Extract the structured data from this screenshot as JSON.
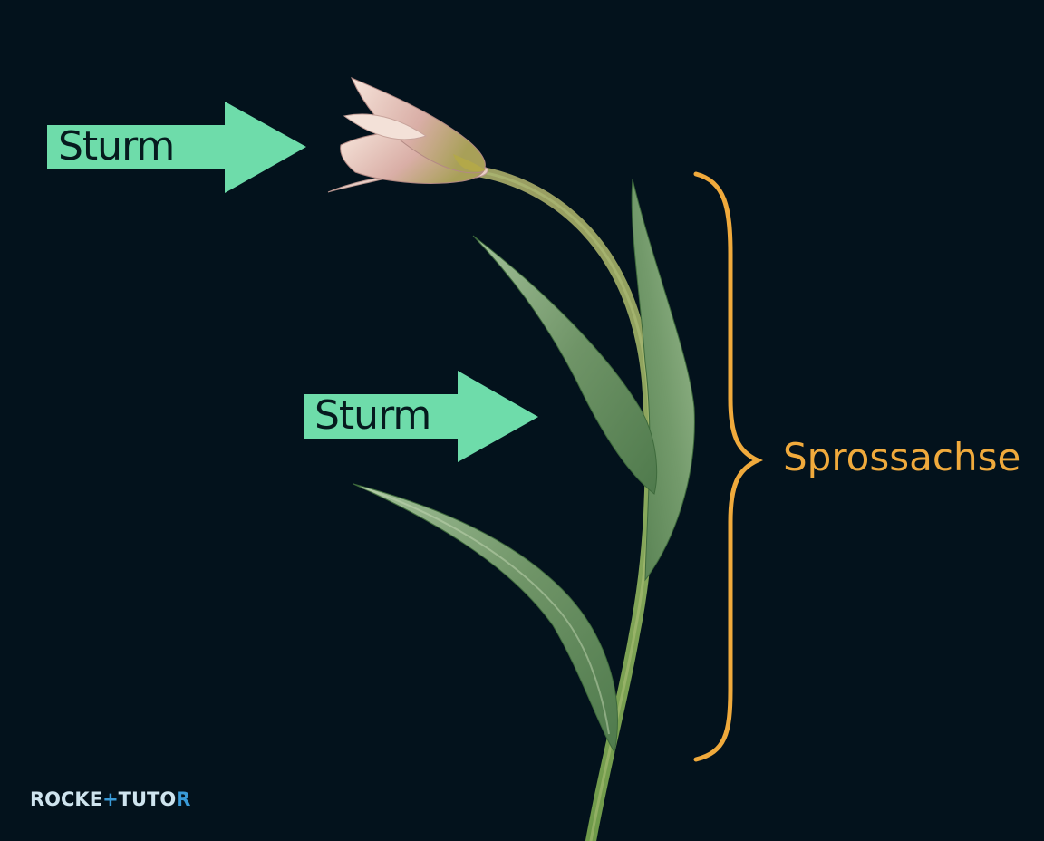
{
  "arrows": {
    "top_label": "Sturm",
    "middle_label": "Sturm",
    "color": "#6edcaa"
  },
  "bracket": {
    "label": "Sprossachse",
    "color": "#f0aa3c"
  },
  "logo": {
    "part1": "ROCKE",
    "plus": "+",
    "part2": "TUTO",
    "part3": "R",
    "text_color": "#cfe4ee",
    "plus_color": "#3a9bd8"
  },
  "photo": {
    "subject": "tulip",
    "background": "#03121c",
    "petal_color": "#e8c8c0",
    "leaf_color": "#7fa27a",
    "stem_color": "#8aa562"
  }
}
